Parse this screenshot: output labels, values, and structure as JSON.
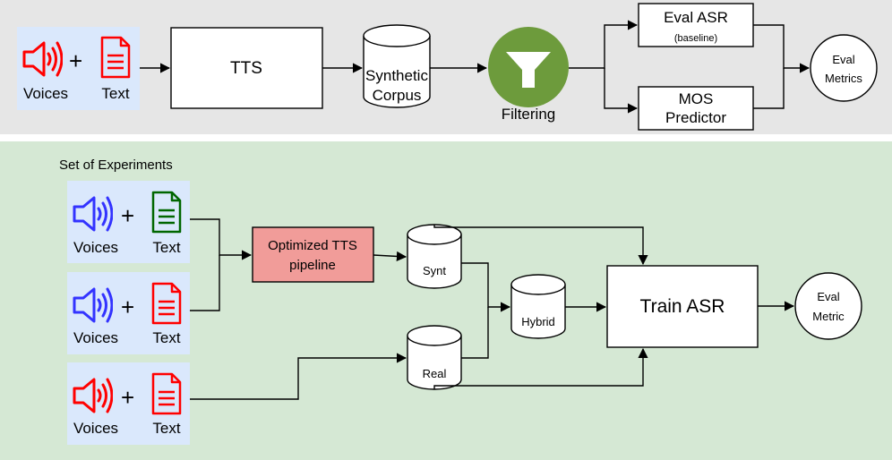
{
  "top": {
    "input": {
      "voices_label": "Voices",
      "plus": "+",
      "text_label": "Text"
    },
    "tts_label": "TTS",
    "corpus_label_1": "Synthetic",
    "corpus_label_2": "Corpus",
    "filter_label": "Filtering",
    "eval_asr_label": "Eval ASR",
    "eval_asr_sub": "(baseline)",
    "mos_label_1": "MOS",
    "mos_label_2": "Predictor",
    "metrics_label_1": "Eval",
    "metrics_label_2": "Metrics"
  },
  "bottom": {
    "section_title": "Set of Experiments",
    "inputs": [
      {
        "voices_label": "Voices",
        "plus": "+",
        "text_label": "Text"
      },
      {
        "voices_label": "Voices",
        "plus": "+",
        "text_label": "Text"
      },
      {
        "voices_label": "Voices",
        "plus": "+",
        "text_label": "Text"
      }
    ],
    "pipeline_label_1": "Optimized TTS",
    "pipeline_label_2": "pipeline",
    "synt_label": "Synt",
    "real_label": "Real",
    "hybrid_label": "Hybrid",
    "train_label": "Train ASR",
    "metric_label_1": "Eval",
    "metric_label_2": "Metric"
  },
  "colors": {
    "top_panel": "#e6e6e6",
    "bottom_panel": "#d5e8d4",
    "input_bg": "#dae8fc",
    "red_icon": "#ff0000",
    "blue_icon": "#3333ff",
    "green_icon": "#006600",
    "filter_green": "#6d9b3c",
    "pipeline_fill": "#f19c99"
  }
}
